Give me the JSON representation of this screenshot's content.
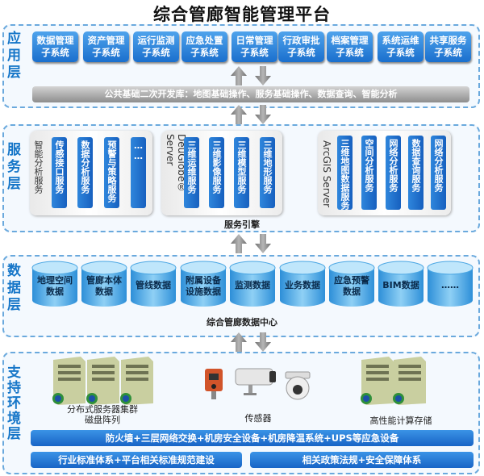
{
  "title": "综合管廊智能管理平台",
  "layers": {
    "app": "应用层",
    "service": "服务层",
    "data": "数据层",
    "support": "支持环境层"
  },
  "app_systems": [
    "数据管理子系统",
    "资产管理子系统",
    "运行监测子系统",
    "应急处置子系统",
    "日常管理子系统",
    "行政审批子系统",
    "档案管理子系统",
    "系统运维子系统",
    "共享服务子系统"
  ],
  "app_systems_lines": [
    [
      "数据管理",
      "子系统"
    ],
    [
      "资产管理",
      "子系统"
    ],
    [
      "运行监测",
      "子系统"
    ],
    [
      "应急处置",
      "子系统"
    ],
    [
      "日常管理",
      "子系统"
    ],
    [
      "行政审批",
      "子系统"
    ],
    [
      "档案管理",
      "子系统"
    ],
    [
      "系统运维",
      "子系统"
    ],
    [
      "共享服务",
      "子系统"
    ]
  ],
  "public_base": "公共基础二次开发库：地图基础操作、服务基础操作、数据查询、智能分析",
  "service": {
    "smart_label": "智能分析服务",
    "smart_items": [
      "传感接口服务",
      "数据分析服务",
      "预警与策略服务",
      "……"
    ],
    "deuglobe_label": "DeuGlobe® Server",
    "deuglobe_items": [
      "三维运维服务",
      "三维影像服务",
      "三维模型服务",
      "三维地形服务"
    ],
    "arcgis_label": "ArcGIS Server",
    "arcgis_items": [
      "三维地图数据服务",
      "空间分析服务",
      "网络分析服务",
      "数据查询服务",
      "网络分析服务"
    ],
    "engine": "服务引擎"
  },
  "data_items": [
    "地理空间数据",
    "管廊本体数据",
    "管线数据",
    "附属设备设施数据",
    "监测数据",
    "业务数据",
    "应急预警数据",
    "BIM数据",
    "……"
  ],
  "data_items_lines": [
    [
      "地理空间",
      "数据"
    ],
    [
      "管廊本体",
      "数据"
    ],
    [
      "管线数据"
    ],
    [
      "附属设备",
      "设施数据"
    ],
    [
      "监测数据"
    ],
    [
      "业务数据"
    ],
    [
      "应急预警",
      "数据"
    ],
    [
      "BIM数据"
    ],
    [
      "……"
    ]
  ],
  "data_center": "综合管廊数据中心",
  "support": {
    "server_cluster": [
      "分布式服务器集群",
      "磁盘阵列"
    ],
    "sensor": "传感器",
    "hpc": "高性能计算存储",
    "infrastructure": "防火墙+三层网络交换+机房安全设备+机房降温系统+UPS等应急设备",
    "standards": "行业标准体系+平台相关标准规范建设",
    "policy": "相关政策法规+安全保障体系"
  },
  "colors": {
    "accent_blue": "#1a6fcd",
    "layer_border": "#6aa9dd",
    "layer_label": "#1676c8",
    "grey_bar": "#9a9a9a"
  }
}
